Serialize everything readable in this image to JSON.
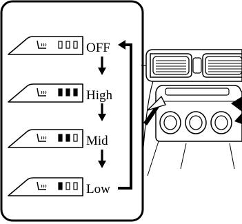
{
  "diagram": {
    "states": [
      {
        "label": "OFF",
        "lamps": [
          false,
          false,
          false
        ]
      },
      {
        "label": "High",
        "lamps": [
          true,
          true,
          true
        ]
      },
      {
        "label": "Mid",
        "lamps": [
          true,
          true,
          false
        ]
      },
      {
        "label": "Low",
        "lamps": [
          true,
          false,
          false
        ]
      }
    ],
    "sequence_direction": "down-then-return-to-top",
    "switch_icon": "seat-heater-icon",
    "console_icon": "center-console-vents-and-dials"
  },
  "colors": {
    "line": "#000000",
    "background": "#ffffff"
  }
}
